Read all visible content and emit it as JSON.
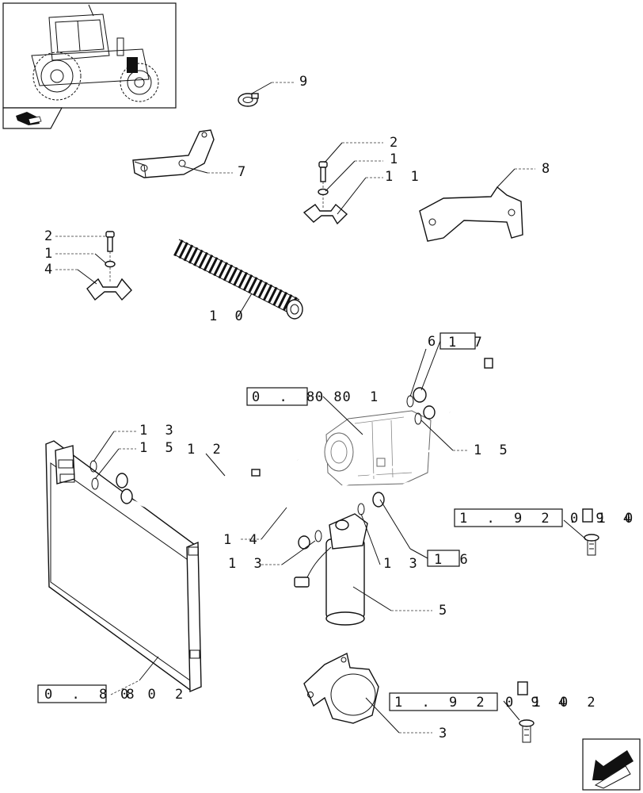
{
  "callouts": {
    "c9": "9",
    "c2a": "2",
    "c1a": "1",
    "c11": "1 1",
    "c7": "7",
    "c8": "8",
    "c2b": "2",
    "c1b": "1",
    "c4": "4",
    "c10": "1 0",
    "c6": "6",
    "c17": "1 7",
    "c13a": "1 3",
    "c15a": "1 5",
    "c12": "1 2",
    "c15b": "1 5",
    "c14": "1 4",
    "c13b": "1 3",
    "c13c": "1 3",
    "c16": "1 6",
    "c5": "5",
    "c3": "3"
  },
  "references": {
    "ref_compressor_box": "0 . 8 8",
    "ref_compressor_tail": "0   0 1",
    "ref_condenser_box": "0 . 8 8",
    "ref_condenser_tail": "0   0 2",
    "ref_pipe1_box": "1 . 9 2 . 9 4",
    "ref_pipe1_tail": "0 1   0",
    "ref_pipe2_box": "1 . 9 2 . 9 4",
    "ref_pipe2_tail": "0 1   0 2"
  },
  "icons": {
    "thumbnail": "tractor-thumbnail-icon",
    "book": "catalog-book-icon",
    "nav": "next-page-arrow-icon"
  }
}
